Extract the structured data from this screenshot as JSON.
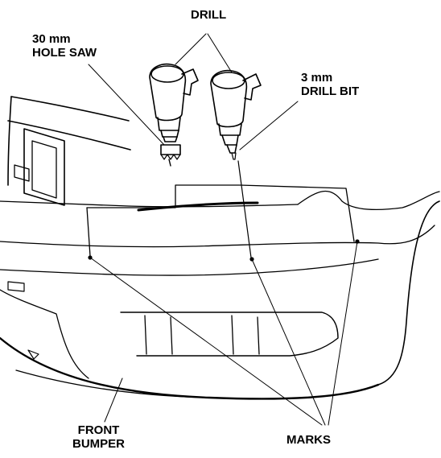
{
  "labels": {
    "drill": "DRILL",
    "hole_saw_line1": "30 mm",
    "hole_saw_line2": "HOLE SAW",
    "drill_bit_line1": "3 mm",
    "drill_bit_line2": "DRILL BIT",
    "front_bumper_line1": "FRONT",
    "front_bumper_line2": "BUMPER",
    "marks": "MARKS"
  },
  "colors": {
    "ink": "#000000",
    "paper": "#ffffff"
  }
}
